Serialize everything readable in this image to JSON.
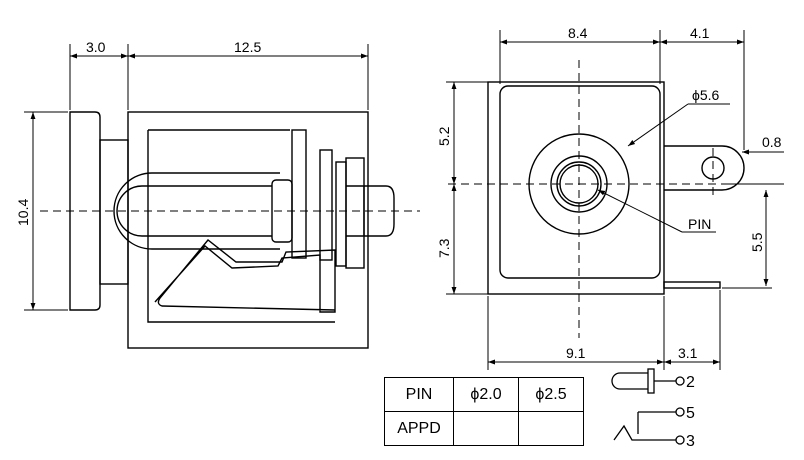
{
  "side_view": {
    "dims": {
      "front_depth": "3.0",
      "body_length": "12.5",
      "height": "10.4"
    }
  },
  "front_view": {
    "dims": {
      "width_top": "8.4",
      "tab_width": "4.1",
      "upper_height": "5.2",
      "lower_height": "7.3",
      "hole_dia": "ϕ5.6",
      "pin_label": "PIN",
      "tab_thickness": "0.8",
      "tab_offset": "5.5",
      "width_bottom": "9.1",
      "tab_bottom": "3.1"
    }
  },
  "pin_table": {
    "rows": [
      [
        "PIN",
        "ϕ2.0",
        "ϕ2.5"
      ],
      [
        "APPD",
        "",
        ""
      ]
    ]
  },
  "schematic": {
    "pins": [
      "2",
      "5",
      "3"
    ]
  }
}
